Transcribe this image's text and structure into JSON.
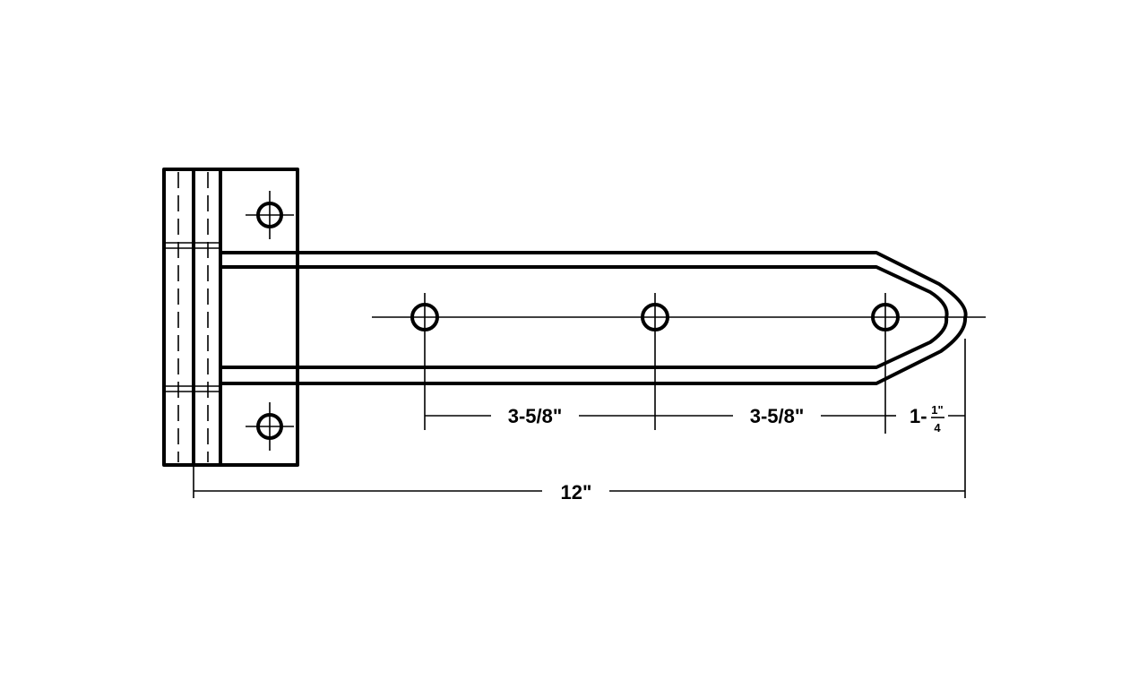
{
  "dimensions": {
    "spacing_1": "3-5/8\"",
    "spacing_2": "3-5/8\"",
    "end_whole": "1-",
    "end_numerator": "1\"",
    "end_denominator": "4",
    "overall_length": "12\""
  },
  "colors": {
    "line": "#000000",
    "background": "#ffffff"
  }
}
